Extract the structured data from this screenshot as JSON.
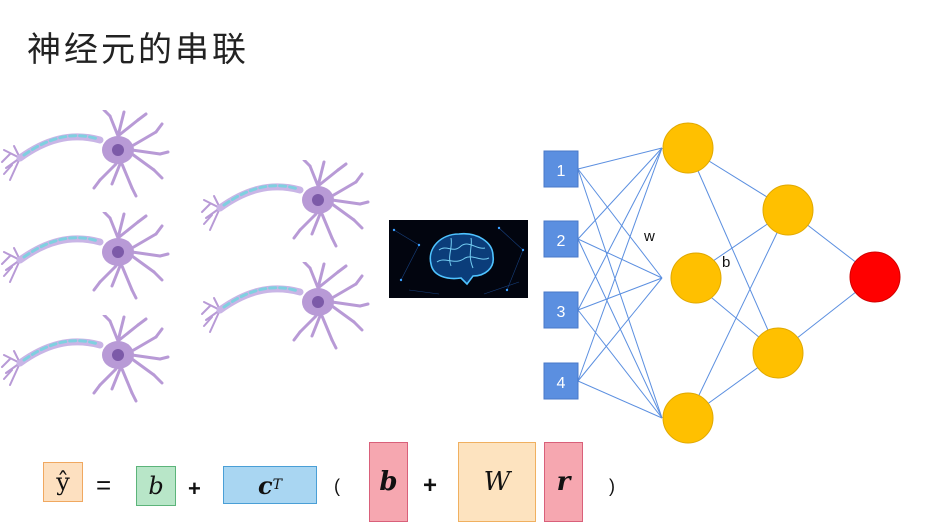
{
  "title": "神经元的串联",
  "network": {
    "inputs": [
      "1",
      "2",
      "3",
      "4"
    ],
    "weight_label": "w",
    "bias_label": "b",
    "colors": {
      "input": "#5b8fe0",
      "hidden": "#ffc000",
      "output": "#ff0000",
      "edge": "#5b8fe0"
    }
  },
  "equation": {
    "lhs": "ŷ",
    "equals": "=",
    "term_b": "b",
    "plus1": "+",
    "term_c": "c",
    "term_c_sup": "T",
    "paren_open": "(",
    "inner_b": "b",
    "plus2": "+",
    "inner_W": "W",
    "inner_r": "r",
    "paren_close": ")",
    "colors": {
      "lhs_fill": "#fde0c0",
      "lhs_border": "#f0a860",
      "b_fill": "#b8e6c8",
      "b_border": "#5cb47a",
      "c_fill": "#a9d6f2",
      "c_border": "#4a9fd6",
      "inner_b_fill": "#f6a7b0",
      "inner_b_border": "#d9607a",
      "W_fill": "#fde3bf",
      "W_border": "#f0b060",
      "r_fill": "#f6a7b0",
      "r_border": "#d9607a"
    }
  }
}
